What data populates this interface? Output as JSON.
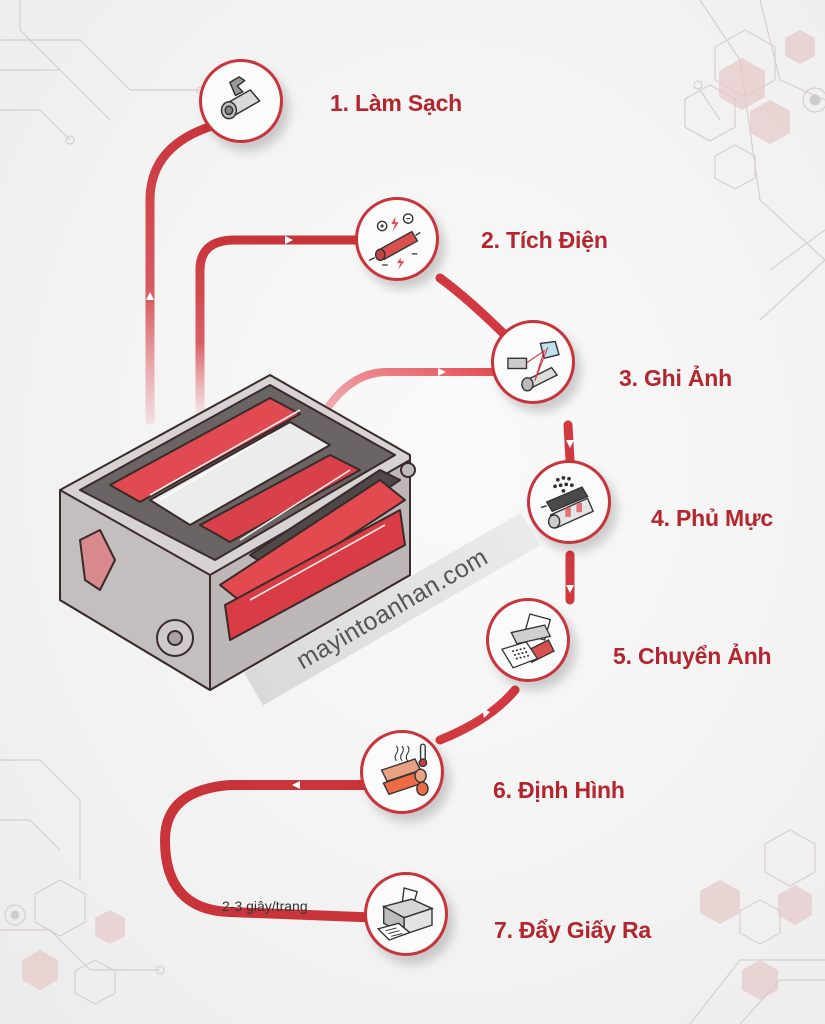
{
  "diagram": {
    "type": "process-flow",
    "subject": "laser printer drum cartridge",
    "accent_color": "#c9343a",
    "label_color": "#b3262d",
    "steps": [
      {
        "number": 1,
        "label": "1. Làm Sạch",
        "icon": "cleaning-roller-icon"
      },
      {
        "number": 2,
        "label": "2. Tích Điện",
        "icon": "charged-roller-icon"
      },
      {
        "number": 3,
        "label": "3. Ghi Ảnh",
        "icon": "laser-mirror-drum-icon"
      },
      {
        "number": 4,
        "label": "4. Phủ Mực",
        "icon": "toner-roller-icon"
      },
      {
        "number": 5,
        "label": "5. Chuyển Ảnh",
        "icon": "paper-transfer-icon"
      },
      {
        "number": 6,
        "label": "6. Định Hình",
        "icon": "fuser-rollers-icon"
      },
      {
        "number": 7,
        "label": "7. Đẩy Giấy Ra",
        "icon": "printer-output-icon"
      }
    ],
    "timing_note": "2-3 giây/trang",
    "watermark": "mayintoanhan.com"
  }
}
